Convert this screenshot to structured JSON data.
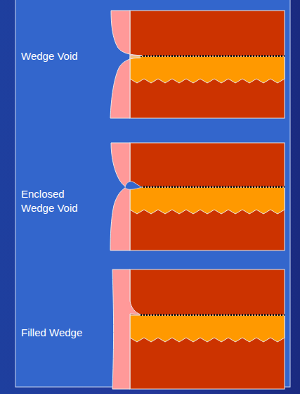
{
  "diagram": {
    "labels": [
      "Wedge Void",
      "Enclosed Wedge Void",
      "Filled Wedge"
    ]
  }
}
